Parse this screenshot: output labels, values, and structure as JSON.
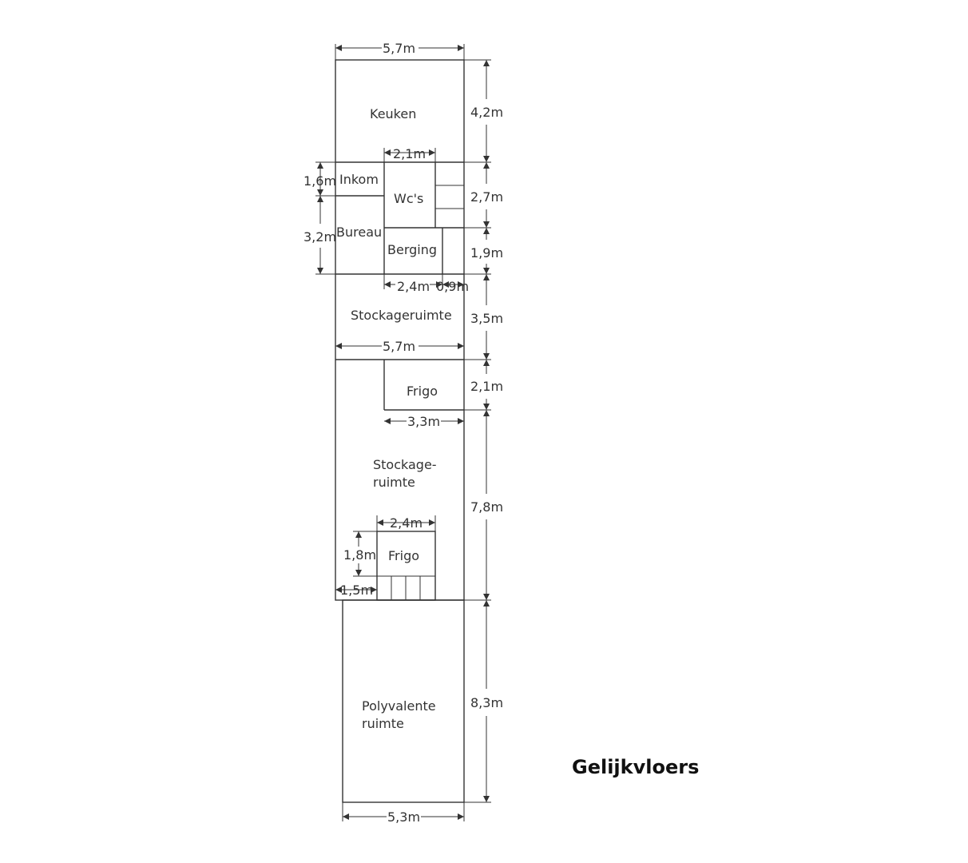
{
  "title": "Gelijkvloers",
  "rooms": {
    "keuken": "Keuken",
    "inkom": "Inkom",
    "wcs": "Wc's",
    "bureau": "Bureau",
    "berging": "Berging",
    "stockage1": "Stockageruimte",
    "frigo1": "Frigo",
    "stockage2_line1": "Stockage-",
    "stockage2_line2": "ruimte",
    "frigo2": "Frigo",
    "polyvalente_line1": "Polyvalente",
    "polyvalente_line2": "ruimte"
  },
  "dimensions": {
    "top_width": "5,7m",
    "keuken_height": "4,2m",
    "wc_width": "2,1m",
    "wc_height": "2,7m",
    "inkom_height": "1,6m",
    "bureau_height": "3,2m",
    "berging_height": "1,9m",
    "berging_width": "2,4m",
    "side_width": "0,9m",
    "stockage1_height": "3,5m",
    "stockage1_width": "5,7m",
    "frigo1_height": "2,1m",
    "frigo1_width": "3,3m",
    "frigo2_width": "2,4m",
    "stockage2_height": "7,8m",
    "frigo2_height": "1,8m",
    "bottom_left_width": "1,5m",
    "polyvalente_height": "8,3m",
    "bottom_width": "5,3m"
  }
}
